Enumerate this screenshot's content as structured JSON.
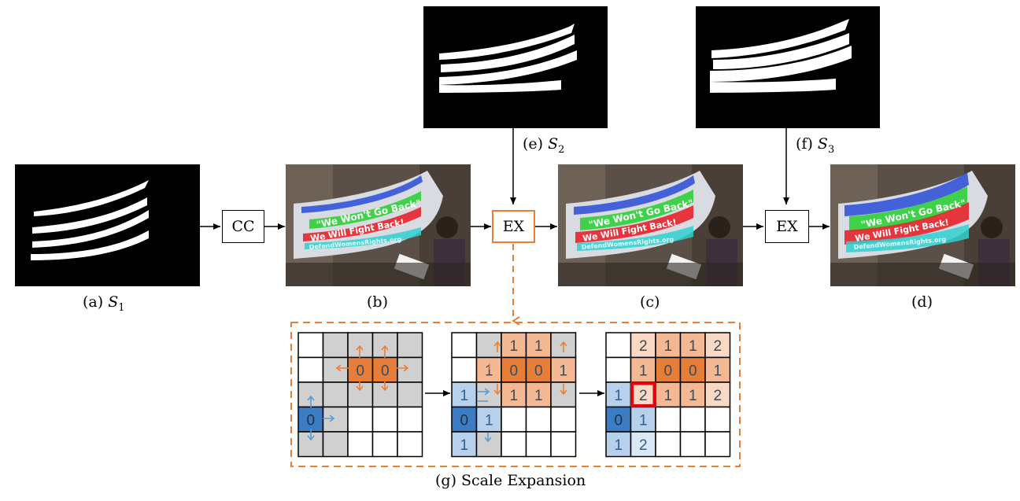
{
  "captions": {
    "a": {
      "prefix": "(a) ",
      "var": "S",
      "sub": "1"
    },
    "b": {
      "prefix": "(b)"
    },
    "c": {
      "prefix": "(c)"
    },
    "d": {
      "prefix": "(d)"
    },
    "e": {
      "prefix": "(e) ",
      "var": "S",
      "sub": "2"
    },
    "f": {
      "prefix": "(f) ",
      "var": "S",
      "sub": "3"
    },
    "g": {
      "prefix": "(g) Scale Expansion"
    }
  },
  "blocks": {
    "cc": "CC",
    "ex1": "EX",
    "ex2": "EX"
  },
  "banner_text": {
    "line1": "\"We Won't Go Back\"",
    "line2": "We Will Fight Back!",
    "line3": "DefendWomensRights.org"
  },
  "grids": [
    {
      "cells": [
        [
          "w",
          "g",
          "g",
          "g",
          "g"
        ],
        [
          "w",
          "g",
          "o",
          "o",
          "g"
        ],
        [
          "g",
          "g",
          "g",
          "g",
          "g"
        ],
        [
          "b",
          "g",
          "w",
          "w",
          "w"
        ],
        [
          "g",
          "g",
          "w",
          "w",
          "w"
        ]
      ],
      "labels": [
        [
          "",
          "",
          "",
          "",
          ""
        ],
        [
          "",
          "",
          "0",
          "0",
          ""
        ],
        [
          "",
          "",
          "",
          "",
          ""
        ],
        [
          "0",
          "",
          "",
          "",
          ""
        ],
        [
          "",
          "",
          "",
          "",
          ""
        ]
      ]
    },
    {
      "cells": [
        [
          "w",
          "g",
          "o1",
          "o1",
          "g"
        ],
        [
          "w",
          "o1",
          "o",
          "o",
          "o1"
        ],
        [
          "b1",
          "g",
          "o1",
          "o1",
          "g"
        ],
        [
          "b",
          "b1",
          "w",
          "w",
          "w"
        ],
        [
          "b1",
          "g",
          "w",
          "w",
          "w"
        ]
      ],
      "labels": [
        [
          "",
          "",
          "1",
          "1",
          ""
        ],
        [
          "",
          "1",
          "0",
          "0",
          "1"
        ],
        [
          "1",
          "",
          "1",
          "1",
          ""
        ],
        [
          "0",
          "1",
          "",
          "",
          ""
        ],
        [
          "1",
          "",
          "",
          "",
          ""
        ]
      ]
    },
    {
      "cells": [
        [
          "w",
          "o2",
          "o1",
          "o1",
          "o2"
        ],
        [
          "w",
          "o1",
          "o",
          "o",
          "o1"
        ],
        [
          "b1",
          "o2",
          "o1",
          "o1",
          "o2"
        ],
        [
          "b",
          "b1",
          "w",
          "w",
          "w"
        ],
        [
          "b1",
          "b2",
          "w",
          "w",
          "w"
        ]
      ],
      "labels": [
        [
          "",
          "2",
          "1",
          "1",
          "2"
        ],
        [
          "",
          "1",
          "0",
          "0",
          "1"
        ],
        [
          "1",
          "2",
          "1",
          "1",
          "2"
        ],
        [
          "0",
          "1",
          "",
          "",
          ""
        ],
        [
          "1",
          "2",
          "",
          "",
          ""
        ]
      ],
      "highlight": [
        2,
        1
      ]
    }
  ],
  "colors": {
    "accent": "#ed7d31",
    "blue_dark": "#3c7cc2",
    "blue_light": "#b7d1ec",
    "blue_lighter": "#dbe8f5",
    "orange_dark": "#e67e3a",
    "orange_mid": "#f4b993",
    "orange_light": "#fad9c4",
    "gray": "#d0d0d0",
    "highlight": "#e8000b"
  }
}
